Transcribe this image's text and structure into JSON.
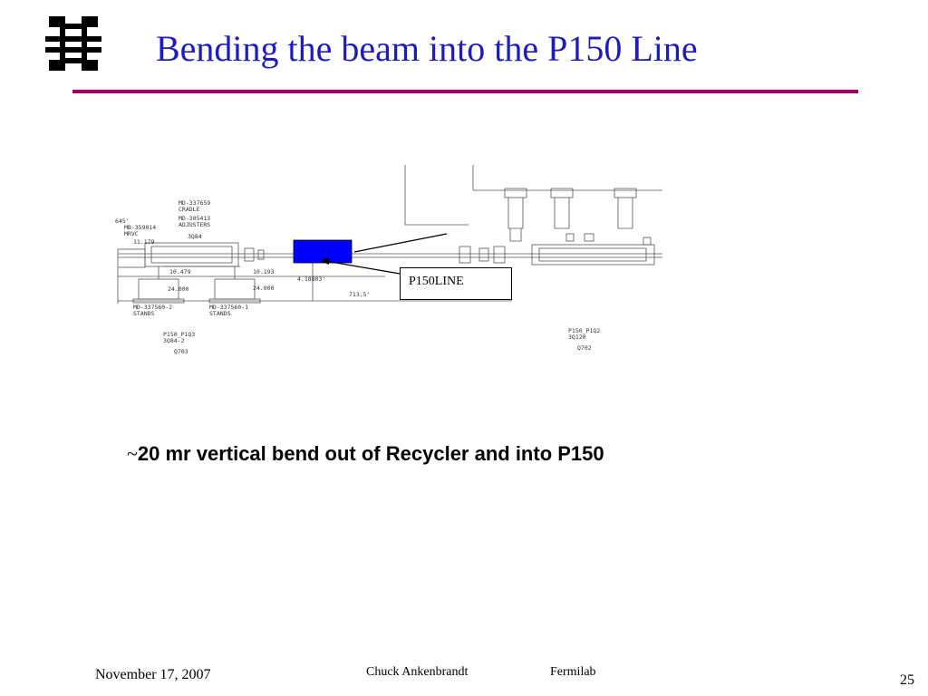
{
  "slide": {
    "title": "Bending the beam into the P150 Line",
    "caption_prefix": "~",
    "caption": "20 mr vertical bend out of Recycler and into P150",
    "callout_label": "P150LINE",
    "logo_icon": "fermilab-logo-icon",
    "colors": {
      "title": "#1c1cc2",
      "rule": "#a5006a",
      "magnet_box": "#0000ff"
    }
  },
  "drawing": {
    "labels": {
      "cradle_code": "MD-337659",
      "cradle": "CRADLE",
      "adjusters_code": "MD-305413",
      "adjusters": "ADJUSTERS",
      "adjusters_id": "3Q84",
      "mrvc_code": "MB-359014",
      "mrvc": "MRVC",
      "left_edge": "645'",
      "dim_11179": "11.179",
      "dim_10479": "10.479",
      "dim_10193": "10.193",
      "dim_24a": "24.000",
      "dim_24b": "24.000",
      "dim_418": "4.18803'",
      "dim_7135": "713.5'",
      "stands1_code": "MD-337560-2",
      "stands1": "STANDS",
      "stands2_code": "MD-337560-1",
      "stands2": "STANDS",
      "q3_name": "P150_P1Q3",
      "q3_id": "3Q84-2",
      "q3_num": "Q703",
      "q2_name": "P150_P1Q2",
      "q2_id": "3Q120",
      "q2_num": "Q702"
    }
  },
  "footer": {
    "date": "November 17, 2007",
    "author": "Chuck Ankenbrandt",
    "org": "Fermilab",
    "page": "25"
  }
}
